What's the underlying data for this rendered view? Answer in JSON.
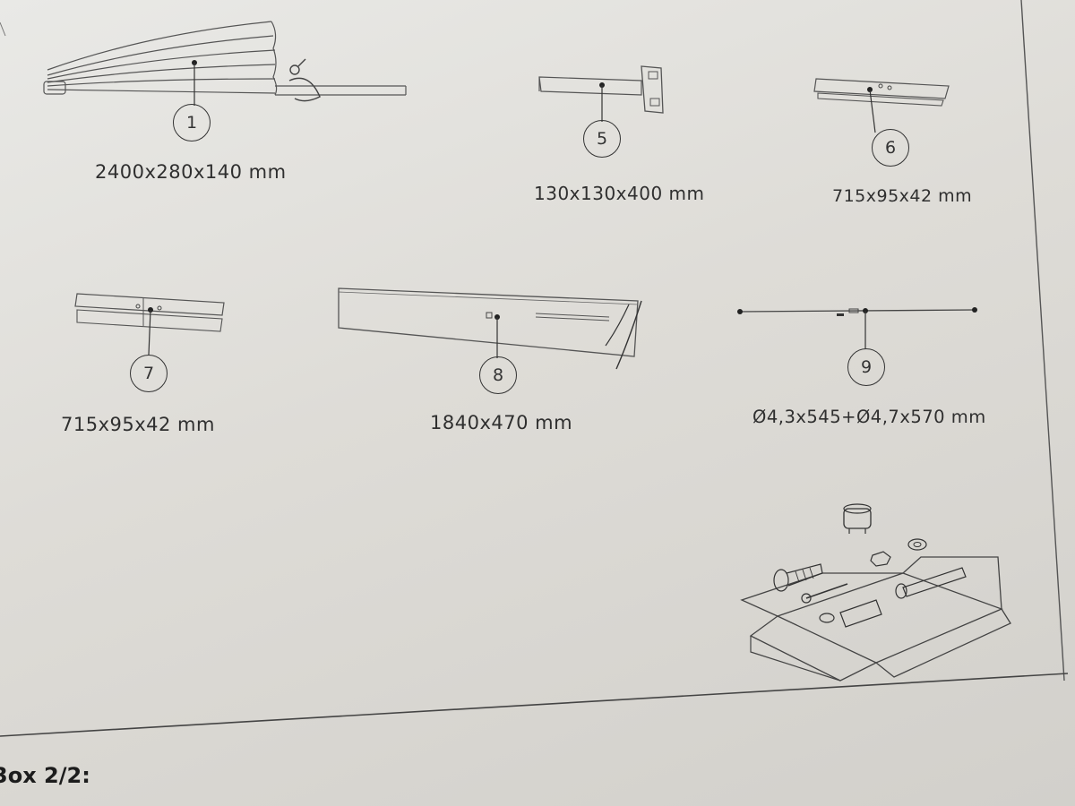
{
  "parts": [
    {
      "number": "1",
      "dimensions": "2400x280x140 mm"
    },
    {
      "number": "5",
      "dimensions": "130x130x400 mm"
    },
    {
      "number": "6",
      "dimensions": "715x95x42 mm"
    },
    {
      "number": "7",
      "dimensions": "715x95x42 mm"
    },
    {
      "number": "8",
      "dimensions": "1840x470 mm"
    },
    {
      "number": "9",
      "dimensions": "Ø4,3x545+Ø4,7x570 mm"
    }
  ],
  "box_heading": "3ox 2/2:",
  "colors": {
    "paper": "#e3e2de",
    "ink": "#333333"
  },
  "icons": [
    "hardware-box-icon",
    "screw-icon",
    "bolt-icon",
    "nut-icon",
    "washer-icon",
    "cam-lock-icon"
  ]
}
